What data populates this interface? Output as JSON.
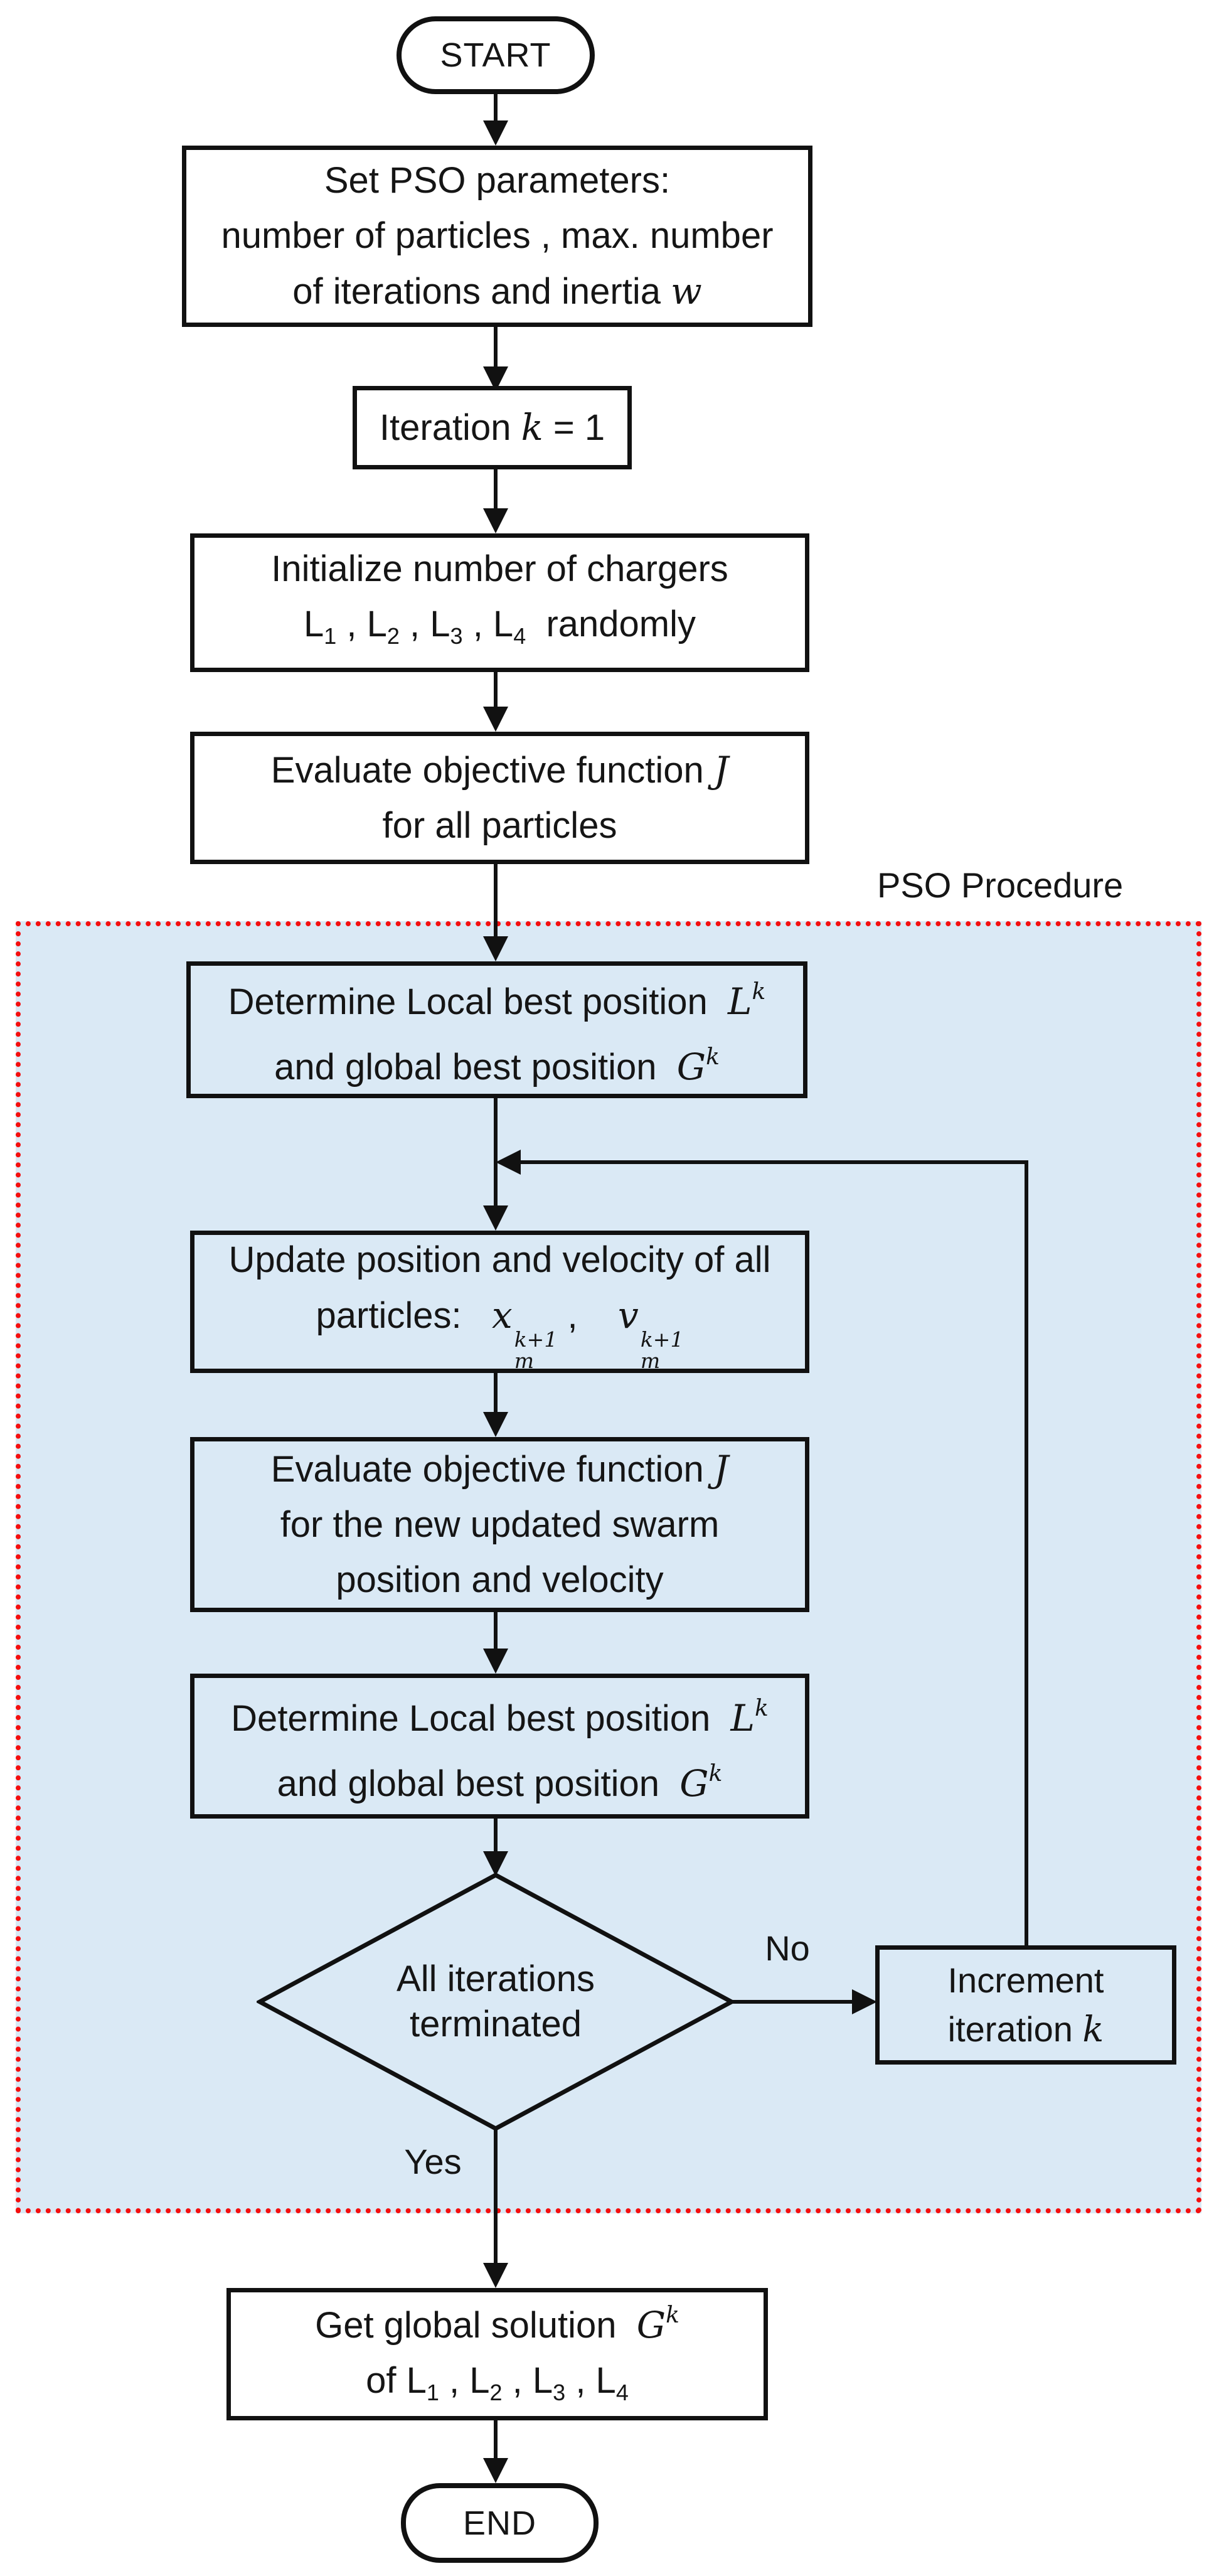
{
  "colors": {
    "background": "#ffffff",
    "region_fill": "#dae9f5",
    "region_border_red": "#f50f0f",
    "ink": "#111111"
  },
  "labels": {
    "pso_region": "PSO Procedure",
    "no": "No",
    "yes": "Yes"
  },
  "nodes": {
    "start": {
      "label": "START"
    },
    "set_params": {
      "lines": [
        [
          {
            "t": "Set PSO parameters:"
          }
        ],
        [
          {
            "t": "number of particles , max. number"
          }
        ],
        [
          {
            "t": "of iterations and inertia "
          },
          {
            "t": "w",
            "c": "m"
          }
        ]
      ]
    },
    "iter_init": {
      "lines": [
        [
          {
            "t": "Iteration "
          },
          {
            "t": "k",
            "c": "m"
          },
          {
            "t": " = 1"
          }
        ]
      ]
    },
    "initialize": {
      "lines": [
        [
          {
            "t": "Initialize number of chargers"
          }
        ],
        [
          {
            "t": "L"
          },
          {
            "sub": "1"
          },
          {
            "t": " , L"
          },
          {
            "sub": "2"
          },
          {
            "t": " , L"
          },
          {
            "sub": "3"
          },
          {
            "t": " , L"
          },
          {
            "sub": "4"
          },
          {
            "t": "  randomly"
          }
        ]
      ]
    },
    "evaluate_all": {
      "lines": [
        [
          {
            "t": "Evaluate objective function "
          },
          {
            "t": "J",
            "c": "m"
          }
        ],
        [
          {
            "t": "for all particles"
          }
        ]
      ]
    },
    "determine_first": {
      "lines": [
        [
          {
            "t": "Determine Local best position  "
          },
          {
            "t": "L",
            "c": "m"
          },
          {
            "sup": "k"
          }
        ],
        [
          {
            "t": "and global best position  "
          },
          {
            "t": "G",
            "c": "m"
          },
          {
            "sup": "k"
          }
        ]
      ]
    },
    "update_swarm": {
      "lines": [
        [
          {
            "t": "Update position and velocity of all"
          }
        ],
        [
          {
            "t": "particles:   "
          },
          {
            "t": "x",
            "c": "m"
          },
          {
            "stack": {
              "sup": "k+1",
              "sub": "m"
            }
          },
          {
            "t": " ,    "
          },
          {
            "t": "v",
            "c": "m"
          },
          {
            "stack": {
              "sup": "k+1",
              "sub": "m"
            }
          }
        ]
      ]
    },
    "evaluate_new": {
      "lines": [
        [
          {
            "t": "Evaluate objective function "
          },
          {
            "t": "J",
            "c": "m"
          }
        ],
        [
          {
            "t": "for the new updated swarm"
          }
        ],
        [
          {
            "t": "position and velocity"
          }
        ]
      ]
    },
    "determine_second": {
      "lines": [
        [
          {
            "t": "Determine Local best position  "
          },
          {
            "t": "L",
            "c": "m"
          },
          {
            "sup": "k"
          }
        ],
        [
          {
            "t": "and global best position  "
          },
          {
            "t": "G",
            "c": "m"
          },
          {
            "sup": "k"
          }
        ]
      ]
    },
    "decision": {
      "lines": [
        [
          {
            "t": "All iterations"
          }
        ],
        [
          {
            "t": "terminated"
          }
        ]
      ]
    },
    "increment": {
      "lines": [
        [
          {
            "t": "Increment"
          }
        ],
        [
          {
            "t": "iteration "
          },
          {
            "t": "k",
            "c": "m"
          }
        ]
      ]
    },
    "get_solution": {
      "lines": [
        [
          {
            "t": "Get global solution  "
          },
          {
            "t": "G",
            "c": "m"
          },
          {
            "sup": "k"
          }
        ],
        [
          {
            "t": "of L"
          },
          {
            "sub": "1"
          },
          {
            "t": " , L"
          },
          {
            "sub": "2"
          },
          {
            "t": " , L"
          },
          {
            "sub": "3"
          },
          {
            "t": " , L"
          },
          {
            "sub": "4"
          }
        ]
      ]
    },
    "end": {
      "label": "END"
    }
  }
}
